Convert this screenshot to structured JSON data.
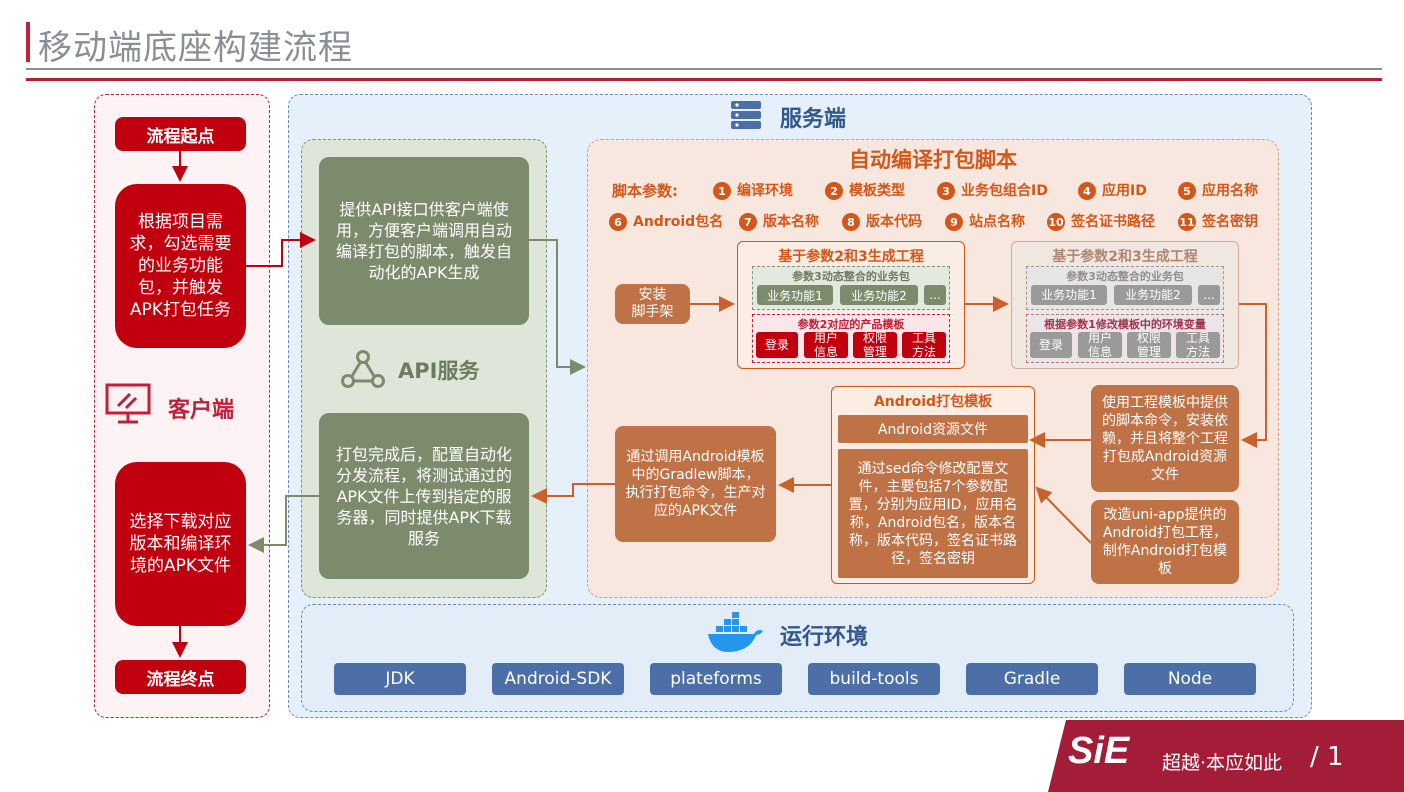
{
  "title": "移动端底座构建流程",
  "client": {
    "start": "流程起点",
    "step1": "根据项目需求，勾选需要的业务功能包，并触发APK打包任务",
    "label": "客户端",
    "step2": "选择下载对应版本和编译环境的APK文件",
    "end": "流程终点"
  },
  "server": {
    "label": "服务端",
    "api": {
      "label": "API服务",
      "card1": "提供API接口供客户端使用，方便客户端调用自动编译打包的脚本，触发自动化的APK生成",
      "card2": "打包完成后，配置自动化分发流程，将测试通过的APK文件上传到指定的服务器，同时提供APK下载服务"
    },
    "script": {
      "title": "自动编译打包脚本",
      "params_label": "脚本参数:",
      "params": [
        {
          "n": "1",
          "t": "编译环境"
        },
        {
          "n": "2",
          "t": "模板类型"
        },
        {
          "n": "3",
          "t": "业务包组合ID"
        },
        {
          "n": "4",
          "t": "应用ID"
        },
        {
          "n": "5",
          "t": "应用名称"
        },
        {
          "n": "6",
          "t": "Android包名"
        },
        {
          "n": "7",
          "t": "版本名称"
        },
        {
          "n": "8",
          "t": "版本代码"
        },
        {
          "n": "9",
          "t": "站点名称"
        },
        {
          "n": "10",
          "t": "签名证书路径"
        },
        {
          "n": "11",
          "t": "签名密钥"
        }
      ],
      "install": "安装\n脚手架",
      "proj1": {
        "title": "基于参数2和3生成工程",
        "biz_title": "参数3动态整合的业务包",
        "biz": [
          "业务功能1",
          "业务功能2",
          "..."
        ],
        "tpl_title": "参数2对应的产品模板",
        "tpl": [
          "登录",
          "用户\n信息",
          "权限\n管理",
          "工具\n方法"
        ]
      },
      "proj2": {
        "title": "基于参数2和3生成工程",
        "biz_title": "参数3动态整合的业务包",
        "biz": [
          "业务功能1",
          "业务功能2",
          "..."
        ],
        "tpl_title": "根据参数1修改模板中的环境变量",
        "tpl": [
          "登录",
          "用户\n信息",
          "权限\n管理",
          "工具\n方法"
        ]
      },
      "android_tpl": {
        "title": "Android打包模板",
        "res": "Android资源文件",
        "sed": "通过sed命令修改配置文件，主要包括7个参数配置，分别为应用ID，应用名称，Android包名，版本名称，版本代码，签名证书路径，签名密钥"
      },
      "gradle": "通过调用Android模板中的Gradlew脚本，执行打包命令，生产对应的APK文件",
      "use_tpl": "使用工程模板中提供的脚本命令，安装依赖，并且将整个工程打包成Android资源文件",
      "uniapp": "改造uni-app提供的Android打包工程，制作Android打包模板"
    },
    "runtime": {
      "label": "运行环境",
      "items": [
        "JDK",
        "Android-SDK",
        "plateforms",
        "build-tools",
        "Gradle",
        "Node"
      ]
    }
  },
  "footer": {
    "logo": "SiE",
    "slogan": "超越·本应如此",
    "page": "/ 1"
  },
  "colors": {
    "accent_red": "#c0000e",
    "api_green": "#7c8b6c",
    "script_orange": "#d4571a",
    "runtime_blue": "#4b6fa6",
    "footer_red": "#a31d38"
  }
}
